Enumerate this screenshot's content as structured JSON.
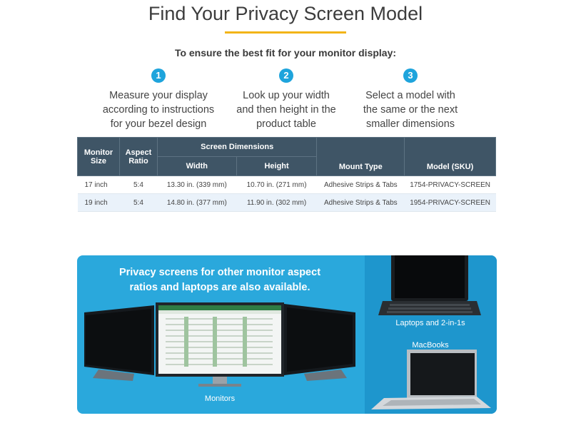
{
  "header": {
    "title": "Find Your Privacy Screen Model",
    "subtitle": "To ensure the best fit for your monitor display:"
  },
  "steps": [
    {
      "number": "1",
      "text": "Measure your display\naccording to instructions\nfor your bezel design"
    },
    {
      "number": "2",
      "text": "Look up your width\nand then height in the\nproduct table"
    },
    {
      "number": "3",
      "text": "Select a model with\nthe same or the next\nsmaller dimensions"
    }
  ],
  "table": {
    "headers": {
      "monitor_size": "Monitor Size",
      "aspect_ratio": "Aspect Ratio",
      "screen_dimensions": "Screen Dimensions",
      "width": "Width",
      "height": "Height",
      "mount_type": "Mount Type",
      "model": "Model (SKU)"
    },
    "rows": [
      {
        "size": "17 inch",
        "ratio": "5:4",
        "width": "13.30 in. (339 mm)",
        "height": "10.70 in. (271 mm)",
        "mount": "Adhesive Strips & Tabs",
        "model": "1754-PRIVACY-SCREEN"
      },
      {
        "size": "19 inch",
        "ratio": "5:4",
        "width": "14.80 in. (377 mm)",
        "height": "11.90 in. (302 mm)",
        "mount": "Adhesive Strips & Tabs",
        "model": "1954-PRIVACY-SCREEN"
      }
    ]
  },
  "banner": {
    "text": "Privacy screens for other monitor aspect\nratios and laptops are also available.",
    "monitors_label": "Monitors",
    "laptops_label": "Laptops and 2-in-1s",
    "macbooks_label": "MacBooks"
  },
  "colors": {
    "accent_rule": "#f2b418",
    "step_circle": "#1ea4dc",
    "table_header": "#3f5566",
    "banner_blue": "#2aa8dc",
    "banner_blue_dark": "#1e96cd"
  }
}
